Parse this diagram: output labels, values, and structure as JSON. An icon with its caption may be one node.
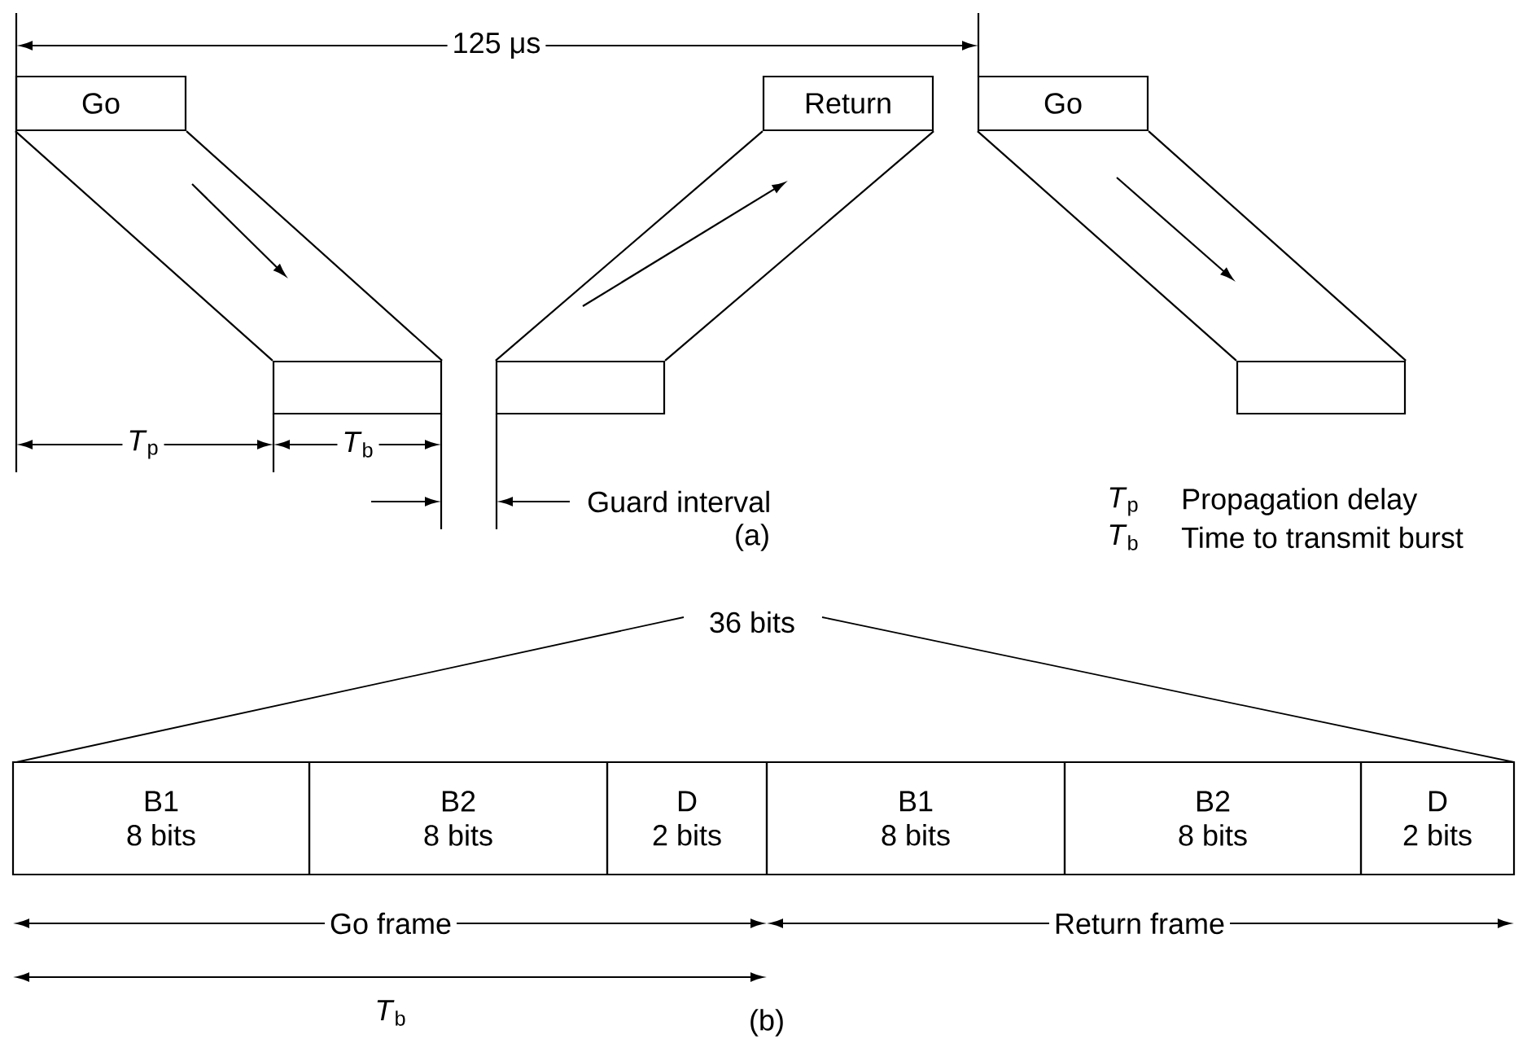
{
  "diagram": {
    "nodes": [
      {
        "text": [
          "Go"
        ]
      },
      {
        "text": [
          "Return"
        ]
      },
      {
        "text": [
          "Go"
        ]
      },
      {
        "text": [],
        "shape": "box"
      },
      {
        "text": [],
        "shape": "box"
      },
      {
        "text": [],
        "shape": "box"
      },
      {
        "text": [
          "B1",
          "8 bits"
        ]
      },
      {
        "text": [
          "B2",
          "8 bits"
        ]
      },
      {
        "text": [
          "D",
          "2 bits"
        ]
      },
      {
        "text": [
          "B1",
          "8 bits"
        ]
      },
      {
        "text": [
          "B2",
          "8 bits"
        ]
      },
      {
        "text": [
          "D",
          "2 bits"
        ]
      }
    ],
    "edges": [
      {
        "from": 0,
        "to": 3,
        "arrow": "none"
      },
      {
        "from": 1,
        "to": 4,
        "arrow": "none"
      },
      {
        "from": 2,
        "to": 5,
        "arrow": "none"
      }
    ],
    "labels": [
      "125 μs",
      "*T*$_{p}$",
      "*T*$_{b}$",
      "Guard interval",
      "(a)",
      "*T*$_{p}$",
      "Propagation delay",
      "*T*$_{b}$",
      "Time to transmit burst",
      "36 bits",
      "Go frame",
      "Return frame",
      "*T*$_{b}$",
      "(b)"
    ]
  }
}
